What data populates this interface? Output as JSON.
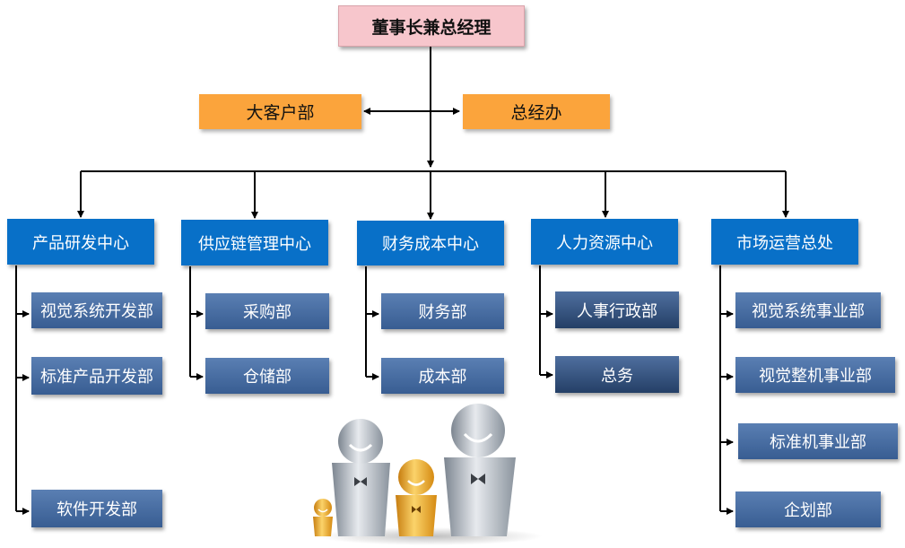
{
  "chairman": "董事长兼总经理",
  "side_units": {
    "left": "大客户部",
    "right": "总经办"
  },
  "departments": [
    {
      "label": "产品研发中心",
      "units": [
        "视觉系统开发部",
        "标准产品开发部",
        "软件开发部"
      ]
    },
    {
      "label": "供应链管理中心",
      "units": [
        "采购部",
        "仓储部"
      ]
    },
    {
      "label": "财务成本中心",
      "units": [
        "财务部",
        "成本部"
      ]
    },
    {
      "label": "人力资源中心",
      "units": [
        "人事行政部",
        "总务"
      ]
    },
    {
      "label": "市场运营总处",
      "units": [
        "视觉系统事业部",
        "视觉整机事业部",
        "标准机事业部",
        "企划部"
      ]
    }
  ],
  "colors": {
    "chairman_fill": "#f7c6cc",
    "side_fill": "#fba43c",
    "department_fill": "#0870c8",
    "unit_fill": "#4a6fa5",
    "connector": "#000000"
  },
  "decoration": "people-figures-illustration"
}
